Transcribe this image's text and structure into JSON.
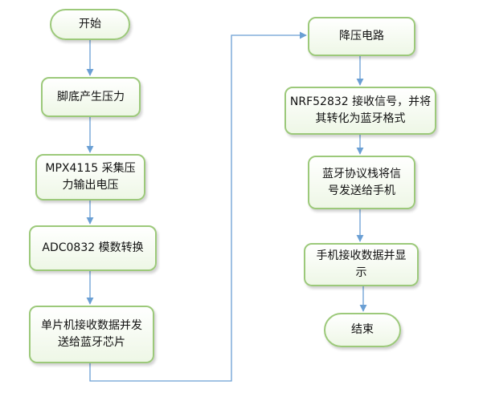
{
  "flowchart": {
    "left_column": [
      {
        "id": "start",
        "text": "开始"
      },
      {
        "id": "foot-pressure",
        "text": "脚底产生压力"
      },
      {
        "id": "mpx4115",
        "text": "MPX4115 采集压\n力输出电压"
      },
      {
        "id": "adc0832",
        "text": "ADC0832 模数转换"
      },
      {
        "id": "mcu",
        "text": "单片机接收数据并发\n送给蓝牙芯片"
      }
    ],
    "right_column": [
      {
        "id": "step-down",
        "text": "降压电路"
      },
      {
        "id": "nrf52832",
        "text": "NRF52832 接收信号，并将\n其转化为蓝牙格式"
      },
      {
        "id": "bt-protocol",
        "text": "蓝牙协议栈将信\n号发送给手机"
      },
      {
        "id": "phone-display",
        "text": "手机接收数据并显\n示"
      },
      {
        "id": "end",
        "text": "结束"
      }
    ],
    "colors": {
      "border": "#9cc97a",
      "fill": "#eef7e6",
      "arrow": "#6a9fd4"
    }
  }
}
